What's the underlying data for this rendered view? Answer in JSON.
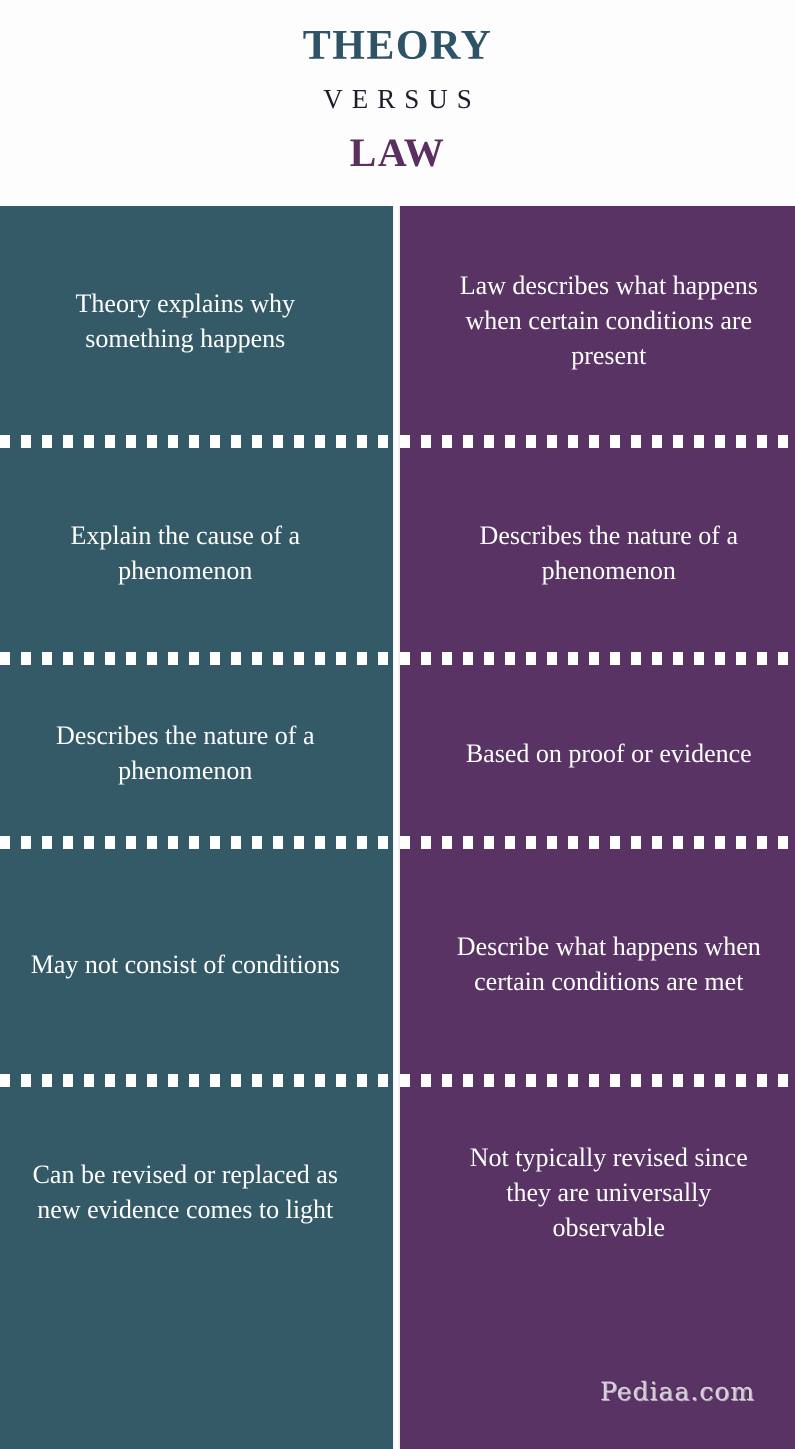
{
  "header": {
    "title_top": "THEORY",
    "title_middle": "VERSUS",
    "title_bottom": "LAW"
  },
  "colors": {
    "theory_title": "#2F5366",
    "versus_title": "#1B1F29",
    "law_title": "#5B3060",
    "left_column_bg": "#345A68",
    "right_column_bg": "#583363",
    "cell_text": "#FFFFFF",
    "separator": "#FFFFFF",
    "watermark": "#D9CFDD"
  },
  "comparison": {
    "left_heading": "THEORY",
    "right_heading": "LAW",
    "rows": [
      {
        "left": "Theory explains why something happens",
        "right": "Law describes what happens when certain conditions are present"
      },
      {
        "left": "Explain the cause of a phenomenon",
        "right": "Describes the nature of a phenomenon"
      },
      {
        "left": "Describes the nature of a phenomenon",
        "right": "Based on proof or evidence"
      },
      {
        "left": "May not consist of conditions",
        "right": "Describe what happens when certain conditions are met"
      },
      {
        "left": "Can be revised or replaced as new evidence comes to light",
        "right": "Not typically revised since they are universally observable"
      }
    ]
  },
  "footer": {
    "watermark": "Pediaa.com"
  }
}
